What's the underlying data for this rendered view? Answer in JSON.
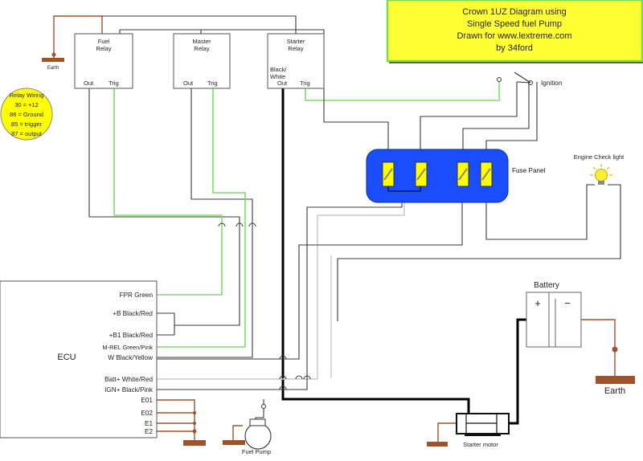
{
  "title_box": {
    "lines": [
      "Crown 1UZ Diagram using",
      "Single Speed fuel Pump",
      "Drawn for www.lextreme.com",
      "by 34ford"
    ]
  },
  "relay_legend": {
    "lines": [
      "Relay Wiring",
      "30 = +12",
      "86 = Ground",
      "85 = trigger",
      "87 = output"
    ]
  },
  "relays": {
    "fuel": {
      "line1": "Fuel",
      "line2": "Relay",
      "out": "Out",
      "trig": "Trig"
    },
    "master": {
      "line1": "Master",
      "line2": "Relay",
      "out": "Out",
      "trig": "Trig"
    },
    "starter": {
      "line1": "Starter",
      "line2": "Relay",
      "wire1": "Black/",
      "wire2": "White",
      "out": "Out",
      "trig": "Trig"
    }
  },
  "earth_small": "Earth",
  "ignition": "Ignition",
  "fuse_panel": "Fuse Panel",
  "engine_check_light": "Engine Check light",
  "battery": {
    "label": "Battery",
    "plus": "+",
    "minus": "−"
  },
  "earth_large": "Earth",
  "starter_motor": "Starter motor",
  "fuel_pump": "Fuel Pump",
  "ecu": {
    "label": "ECU",
    "pins": [
      "FPR Green",
      "+B Black/Red",
      "+B1 Black/Red",
      "M-REL Green/Pink",
      "W Black/Yellow",
      "Batt+ White/Red",
      "IGN+ Black/Pink",
      "E01",
      "E02",
      "E1",
      "E2"
    ]
  },
  "colors": {
    "title_box_fill": "#ffff33",
    "title_box_border": "#7ed957",
    "legend_fill": "#ffff00",
    "fuse_panel_fill": "#1a4dff",
    "fuse_fill": "#ffff00",
    "wire_signal": "#7ede6c",
    "wire_ground": "#a0532a",
    "wire_power": "#c9c9c9",
    "wire_default": "#3a3a3a"
  }
}
